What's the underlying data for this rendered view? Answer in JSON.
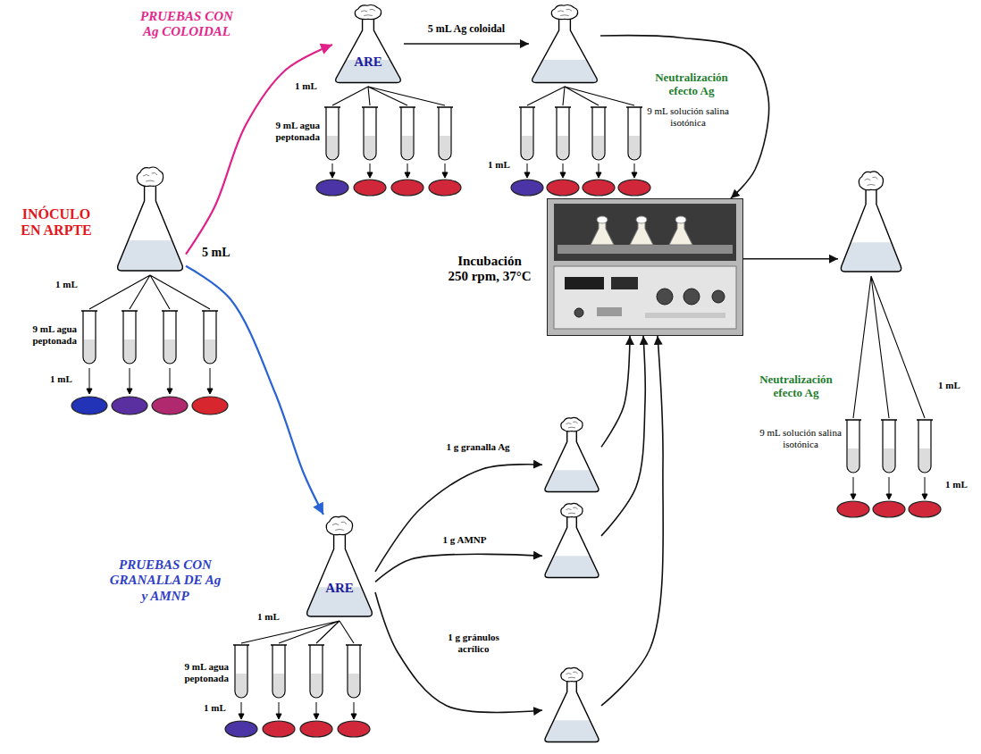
{
  "diagram": {
    "nodes": [
      {
        "text": [
          "INÓCULO EN ARPTE"
        ]
      },
      {
        "text": [
          "ARE"
        ]
      },
      {
        "text": []
      },
      {
        "text": [
          "Incubación 250 rpm, 37°C"
        ]
      },
      {
        "text": []
      },
      {
        "text": [
          "ARE"
        ]
      },
      {
        "text": []
      },
      {
        "text": []
      },
      {
        "text": []
      }
    ],
    "edges": [
      {
        "from": 0,
        "to": 1,
        "arrow": "to"
      },
      {
        "from": 0,
        "to": 5,
        "arrow": "to"
      },
      {
        "from": 1,
        "to": 2,
        "label": "5 mL Ag coloidal",
        "arrow": "to"
      },
      {
        "from": 2,
        "to": 3,
        "arrow": "to"
      },
      {
        "from": 3,
        "to": 4,
        "arrow": "to"
      },
      {
        "from": 5,
        "to": 6,
        "label": "1 g granalla Ag",
        "arrow": "to"
      },
      {
        "from": 5,
        "to": 7,
        "label": "1 g AMNP",
        "arrow": "to"
      },
      {
        "from": 5,
        "to": 8,
        "label": "1 g gránulos acrílico",
        "arrow": "to"
      },
      {
        "from": 6,
        "to": 3,
        "arrow": "to"
      },
      {
        "from": 7,
        "to": 3,
        "arrow": "to"
      },
      {
        "from": 8,
        "to": 3,
        "arrow": "to"
      }
    ],
    "labels": [
      "PRUEBAS CON Ag COLOIDAL",
      "5 mL",
      "1 mL",
      "9 mL agua peptonada",
      "1 mL",
      "1 mL",
      "9 mL agua peptonada",
      "Neutralización efecto Ag",
      "9 mL solución salina isotónica",
      "1 mL",
      "Neutralización efecto Ag",
      "1 mL",
      "9 mL solución salina isotónica",
      "1 mL",
      "PRUEBAS CON GRANALLA DE Ag y AMNP",
      "1 mL",
      "9 mL agua peptonada",
      "1 mL"
    ]
  }
}
